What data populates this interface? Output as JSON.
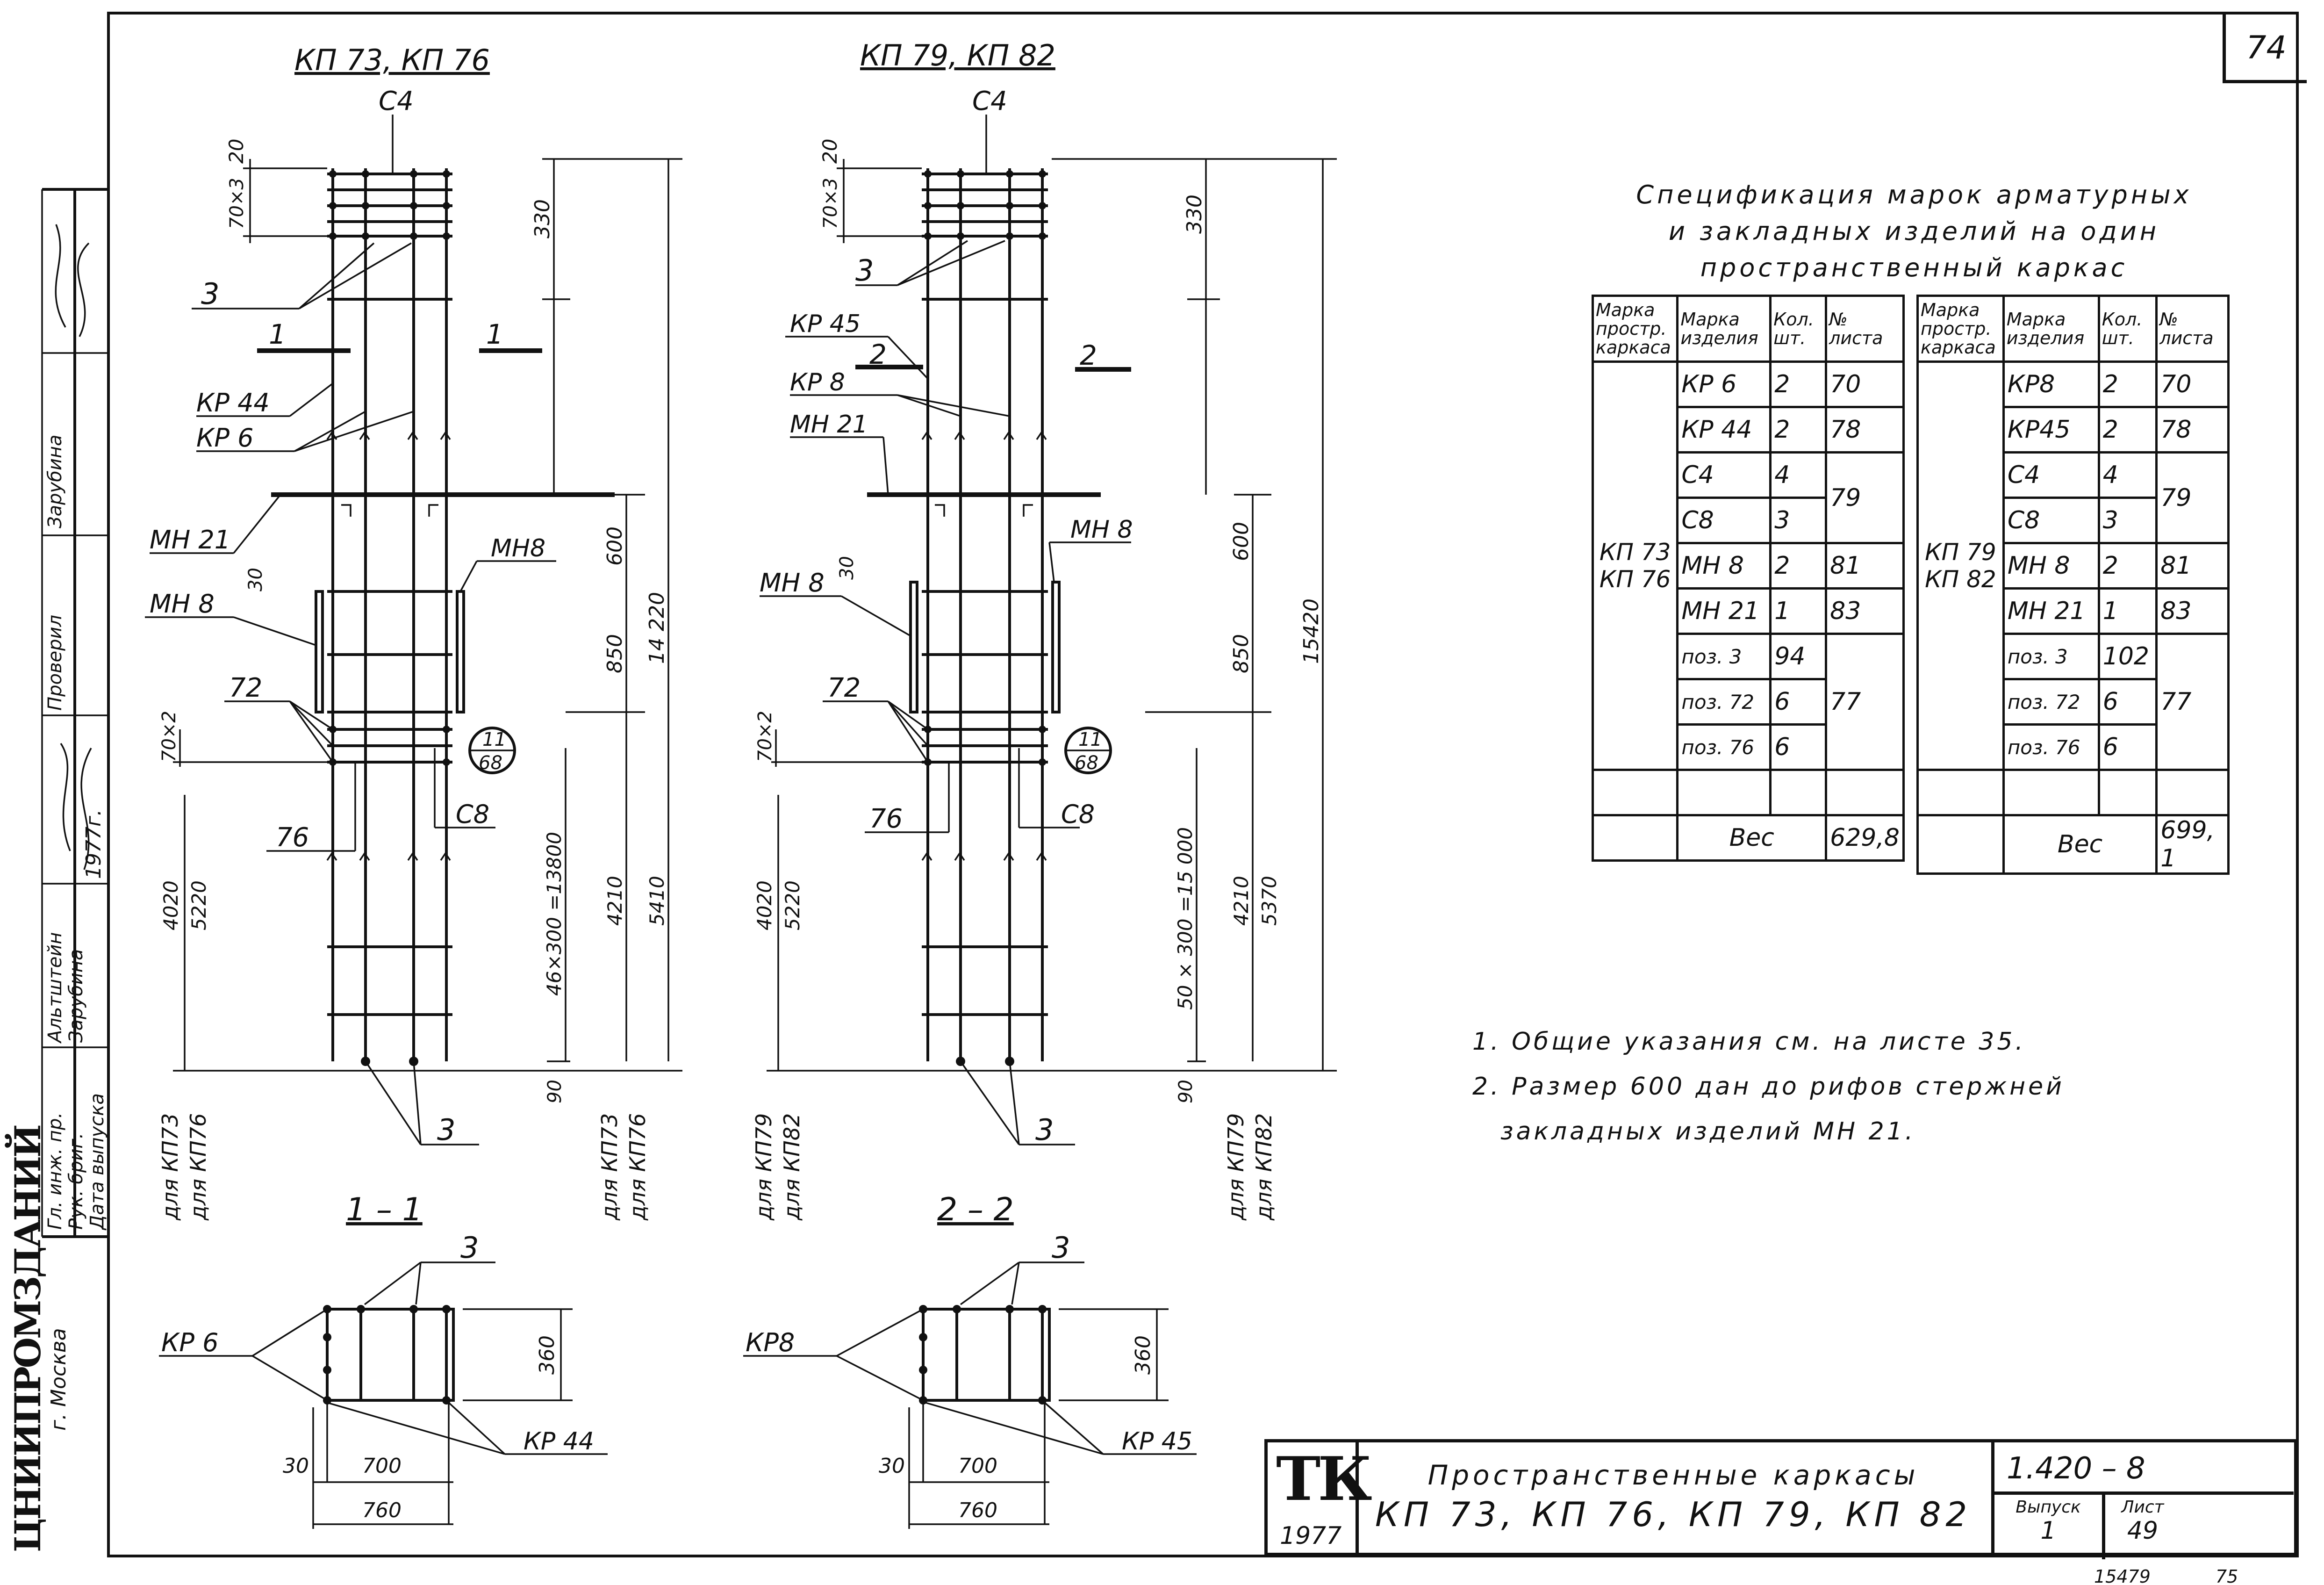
{
  "sheet_number": "74",
  "drawings": {
    "left": {
      "title": "КП 73,  КП 76",
      "top_mark": "С4",
      "labels": {
        "pos3_top": "3",
        "section_a": "1",
        "section_b": "1",
        "kr44": "КР 44",
        "kr6": "КР 6",
        "mn21": "МН 21",
        "mn8_right": "МН8",
        "mn8_left": "МН 8",
        "pos72": "72",
        "pos76": "76",
        "c8": "С8",
        "pos3_bottom": "3",
        "detail_top": "11",
        "detail_bottom": "68"
      },
      "dims": {
        "d20": "20",
        "d70x3": "70×3",
        "d330": "330",
        "d600": "600",
        "d30": "30",
        "d850": "850",
        "d14220": "14 220",
        "d70x2": "70×2",
        "d4020": "4020",
        "d5220": "5220",
        "d4210": "4210",
        "d5410": "5410",
        "d46x300": "46×300 =13800",
        "d90": "90"
      },
      "captions": {
        "left_a": "для КП73",
        "left_b": "для КП76",
        "right_a": "для КП73",
        "right_b": "для КП76"
      }
    },
    "right": {
      "title": "КП 79,  КП 82",
      "top_mark": "С4",
      "labels": {
        "pos3_top": "3",
        "kr45": "КР 45",
        "section_a": "2",
        "section_b": "2",
        "kr8": "КР 8",
        "mn21": "МН 21",
        "mn8_right": "МН 8",
        "mn8_left": "МН 8",
        "pos72": "72",
        "pos76": "76",
        "c8": "С8",
        "pos3_bottom": "3",
        "detail_top": "11",
        "detail_bottom": "68"
      },
      "dims": {
        "d20": "20",
        "d70x3": "70×3",
        "d330": "330",
        "d600": "600",
        "d30": "30",
        "d850": "850",
        "d15420": "15420",
        "d70x2": "70×2",
        "d4020": "4020",
        "d5220": "5220",
        "d4210": "4210",
        "d5370": "5370",
        "d50x300": "50 × 300 =15 000",
        "d90": "90"
      },
      "captions": {
        "left_a": "для КП79",
        "left_b": "для КП82",
        "right_a": "для КП79",
        "right_b": "для КП82"
      }
    }
  },
  "sections": {
    "s1": {
      "title": "1 – 1",
      "kr": "КР 6",
      "kr_side": "КР 44",
      "pos": "3",
      "d360": "360",
      "d30": "30",
      "d700": "700",
      "d760": "760"
    },
    "s2": {
      "title": "2 – 2",
      "kr": "КР8",
      "kr_side": "КР 45",
      "pos": "3",
      "d360": "360",
      "d30": "30",
      "d700": "700",
      "d760": "760"
    }
  },
  "spec": {
    "caption": [
      "Спецификация марок арматурных",
      "и закладных изделий на один",
      "пространственный    каркас"
    ],
    "headers": [
      "Марка простр. каркаса",
      "Марка изделия",
      "Кол. шт.",
      "№ листа"
    ],
    "left": {
      "frame_marks": [
        "КП 73",
        "КП 76"
      ],
      "rows": [
        {
          "item": "КР 6",
          "qty": "2",
          "sheet": "70"
        },
        {
          "item": "КР 44",
          "qty": "2",
          "sheet": "78"
        },
        {
          "item": "С4",
          "qty": "4",
          "sheet": "79"
        },
        {
          "item": "С8",
          "qty": "3",
          "sheet": ""
        },
        {
          "item": "МН 8",
          "qty": "2",
          "sheet": "81"
        },
        {
          "item": "МН 21",
          "qty": "1",
          "sheet": "83"
        },
        {
          "item": "поз. 3",
          "qty": "94",
          "sheet": "77"
        },
        {
          "item": "поз. 72",
          "qty": "6",
          "sheet": ""
        },
        {
          "item": "поз. 76",
          "qty": "6",
          "sheet": ""
        }
      ],
      "weight_label": "Вес",
      "weight": "629,8"
    },
    "right": {
      "frame_marks": [
        "КП 79",
        "КП 82"
      ],
      "rows": [
        {
          "item": "КР8",
          "qty": "2",
          "sheet": "70"
        },
        {
          "item": "КР45",
          "qty": "2",
          "sheet": "78"
        },
        {
          "item": "С4",
          "qty": "4",
          "sheet": "79"
        },
        {
          "item": "С8",
          "qty": "3",
          "sheet": ""
        },
        {
          "item": "МН 8",
          "qty": "2",
          "sheet": "81"
        },
        {
          "item": "МН 21",
          "qty": "1",
          "sheet": "83"
        },
        {
          "item": "поз. 3",
          "qty": "102",
          "sheet": "77"
        },
        {
          "item": "поз. 72",
          "qty": "6",
          "sheet": ""
        },
        {
          "item": "поз. 76",
          "qty": "6",
          "sheet": ""
        }
      ],
      "weight_label": "Вес",
      "weight": "699, 1"
    }
  },
  "notes": [
    "1.  Общие  указания   см.  на  листе  35.",
    "2.  Размер  600  дан  до  рифов   стержней",
    "закладных   изделий   МН 21."
  ],
  "title_block": {
    "tk": "ТК",
    "year": "1977",
    "line1": "Пространственные    каркасы",
    "line2": "КП 73,  КП 76,  КП 79,  КП 82",
    "code": "1.420 – 8",
    "issue_label": "Выпуск",
    "issue": "1",
    "sheet_label": "Лист",
    "sheet": "49"
  },
  "footer": {
    "left": "15479",
    "right": "75"
  },
  "stamp": {
    "org": "ЦНИИПРОМЗДАНИЙ",
    "city": "г. Москва",
    "roles": [
      "Гл. инж. пр.",
      "Рук. бриг.",
      "Дата выпуска"
    ],
    "names": [
      "Альтштейн",
      "Зарубина"
    ],
    "checked": "Проверил",
    "checker": "Зарубина",
    "date": "1977г."
  }
}
